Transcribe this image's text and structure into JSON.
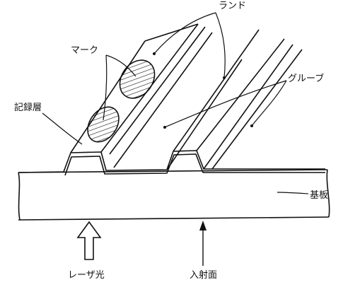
{
  "labels": {
    "land": "ランド",
    "mark": "マーク",
    "groove": "グルーブ",
    "recording_layer": "記録層",
    "substrate": "基板",
    "laser_light": "レーザ光",
    "incident_surface": "入射面"
  },
  "colors": {
    "line": "#111111",
    "background": "#ffffff"
  }
}
